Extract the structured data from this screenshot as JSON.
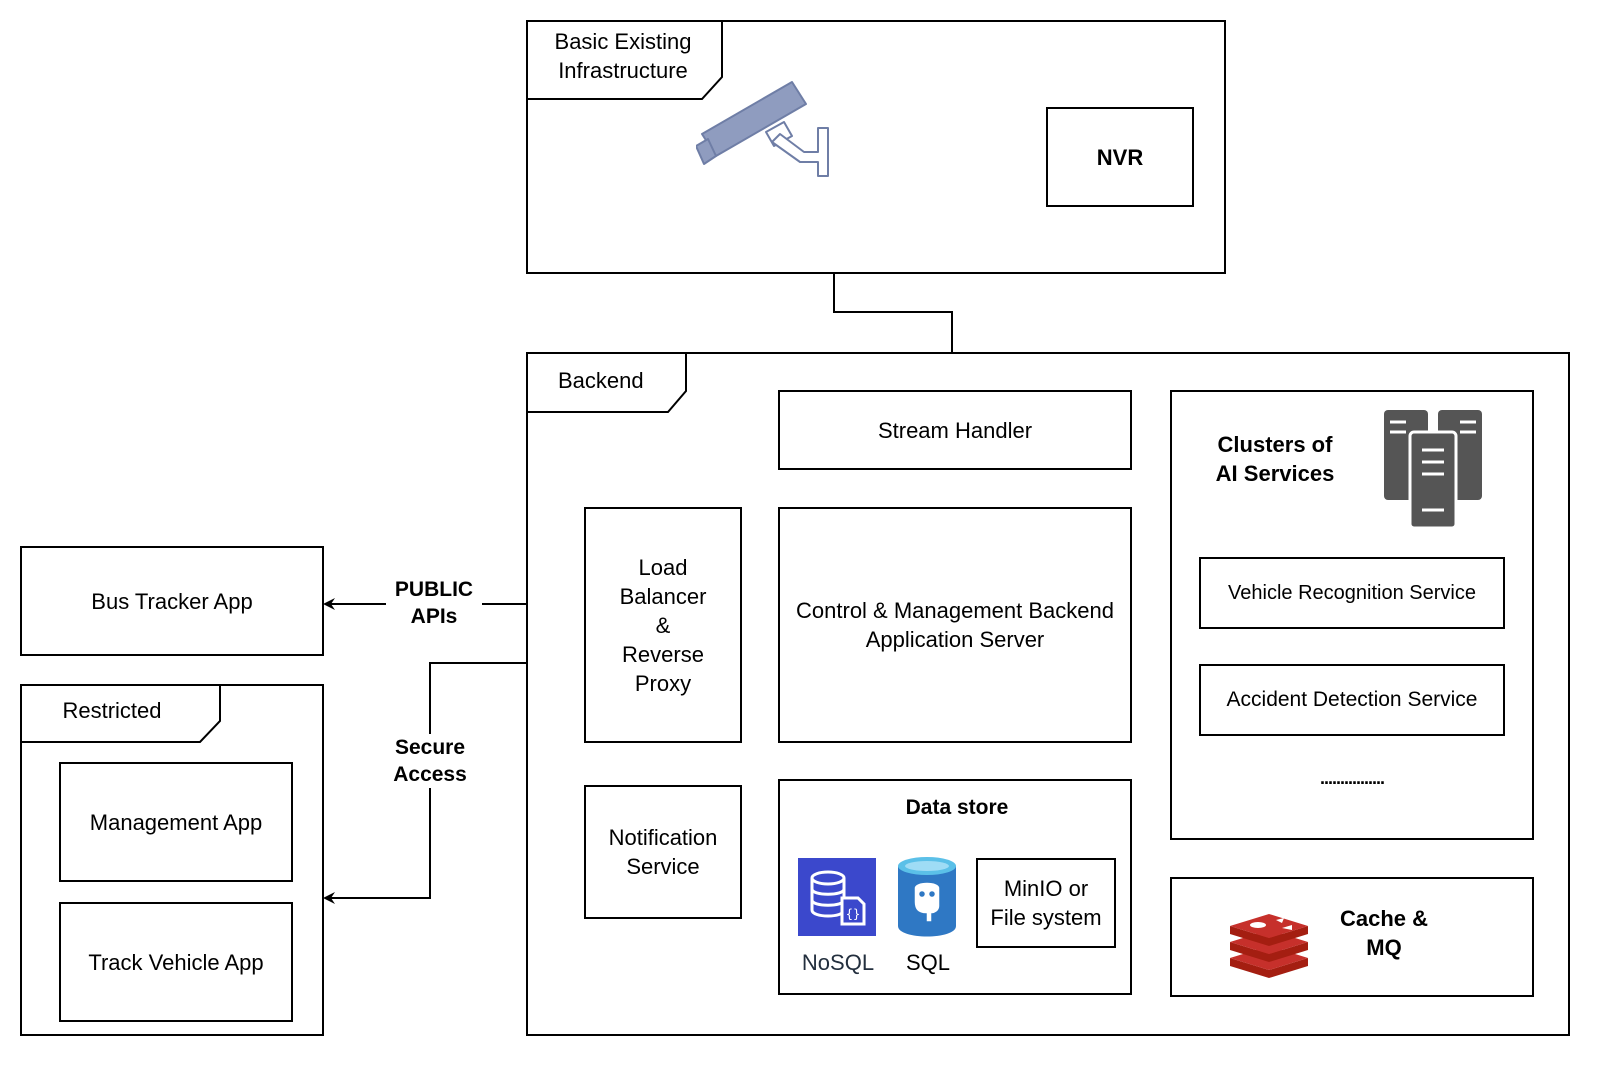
{
  "infrastructure": {
    "title_line1": "Basic Existing",
    "title_line2": "Infrastructure",
    "nvr": "NVR",
    "camera_icon": "cctv-camera-icon"
  },
  "backend": {
    "title": "Backend",
    "stream_handler": "Stream Handler",
    "load_balancer": [
      "Load",
      "Balancer",
      "&",
      "Reverse",
      "Proxy"
    ],
    "control_server": [
      "Control & Management Backend",
      "Application Server"
    ],
    "notification": [
      "Notification",
      "Service"
    ],
    "data_store": {
      "title": "Data store",
      "nosql": "NoSQL",
      "sql": "SQL",
      "minio": [
        "MinIO or",
        "File system"
      ]
    },
    "ai_clusters": {
      "title": [
        "Clusters of",
        "AI Services"
      ],
      "vehicle": "Vehicle Recognition Service",
      "accident": "Accident Detection Service",
      "more": "................"
    },
    "cache": [
      "Cache &",
      "MQ"
    ]
  },
  "clients": {
    "bus_tracker": "Bus Tracker App",
    "restricted_title": "Restricted",
    "management": "Management App",
    "track_vehicle": "Track Vehicle App"
  },
  "edges": {
    "public_apis": [
      "PUBLIC",
      "APIs"
    ],
    "secure_access": [
      "Secure",
      "Access"
    ]
  },
  "colors": {
    "camera": "#7f8fb5",
    "nosql": "#3b48cc",
    "sql_top": "#5bc0e8",
    "sql_body": "#2f78c4",
    "server": "#555555",
    "redis": "#c6302b",
    "nosql_text": "#232f3e"
  }
}
